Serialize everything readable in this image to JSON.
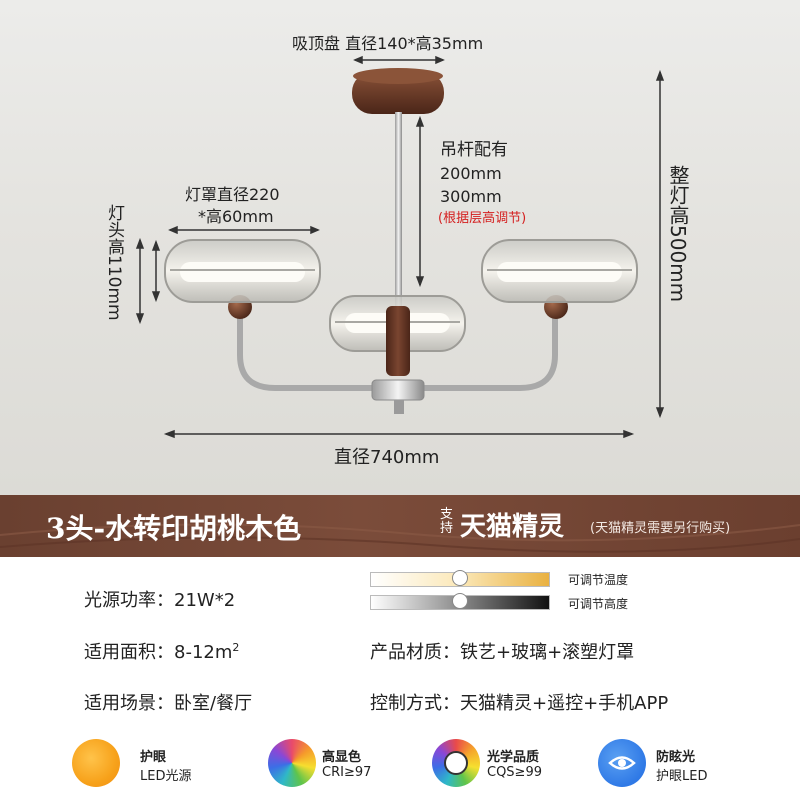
{
  "dimensions": {
    "canopy": "吸顶盘 直径140*高35mm",
    "rod_title": "吊杆配有",
    "rod_200": "200mm",
    "rod_300": "300mm",
    "rod_note": "(根据层高调节)",
    "shade_line1": "灯罩直径220",
    "shade_line2": "*高60mm",
    "head_height": "灯头高110mm",
    "total_height": "整灯高500mm",
    "diameter": "直径740mm"
  },
  "banner": {
    "title": "3头-水转印胡桃木色",
    "support": "支持",
    "brand": "天猫精灵",
    "note": "(天猫精灵需要另行购买)"
  },
  "specs": {
    "power": "光源功率：21W*2",
    "area_label": "适用面积：8-12m",
    "area_sup": "2",
    "scene": "适用场景：卧室/餐厅",
    "material": "产品材质：铁艺+玻璃+滚塑灯罩",
    "control": "控制方式：天猫精灵+遥控+手机APP",
    "slider_temp_label": "可调节温度",
    "slider_bright_label": "可调节高度",
    "slider_temp_value": 0.5,
    "slider_bright_value": 0.5
  },
  "features": [
    {
      "line1": "护眼",
      "line2": "LED光源",
      "icon": "sun-icon",
      "color": "#f7a21b"
    },
    {
      "line1": "高显色",
      "line2": "CRI≥97",
      "icon": "color-petal-icon",
      "color": "#e94a6b"
    },
    {
      "line1": "光学品质",
      "line2": "CQS≥99",
      "icon": "color-wheel-icon",
      "color": "#555555"
    },
    {
      "line1": "防眩光",
      "line2": "护眼LED",
      "icon": "eye-icon",
      "color": "#2f79e6"
    }
  ],
  "colors": {
    "banner": "#74463a",
    "wood": "#6b3a26",
    "accent_red": "#d41f1f",
    "eye_blue": "#2f79e6"
  }
}
